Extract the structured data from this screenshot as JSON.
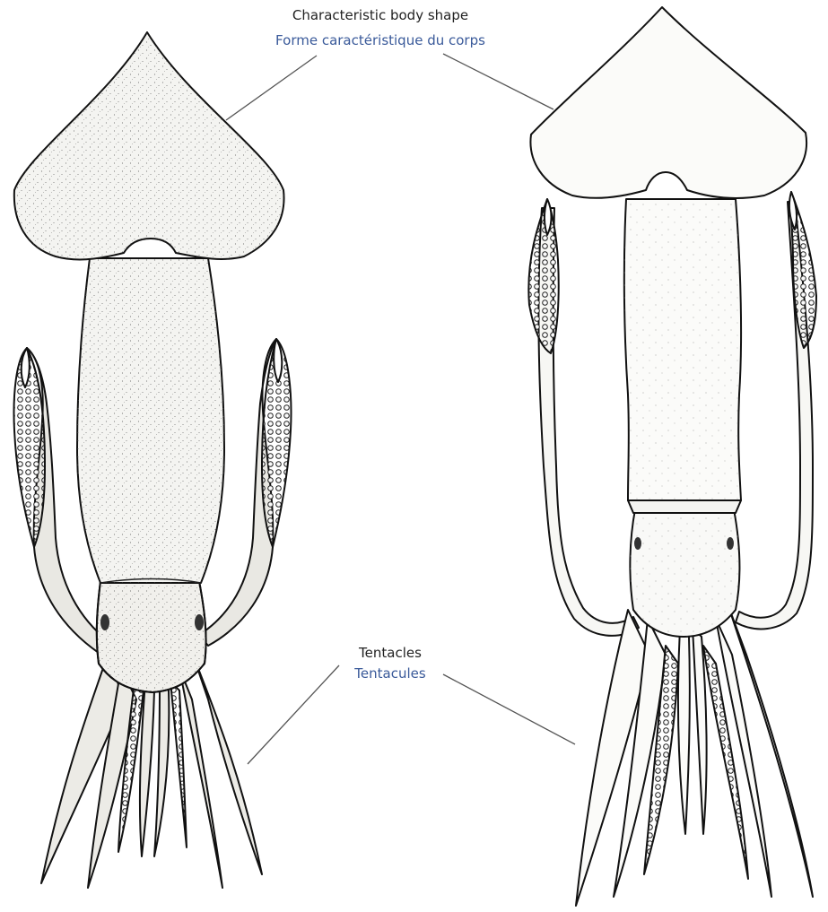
{
  "labels": {
    "body_shape": {
      "en": "Characteristic body shape",
      "fr": "Forme caractéristique du corps"
    },
    "tentacles": {
      "en": "Tentacles",
      "fr": "Tentacules"
    }
  },
  "colors": {
    "english_text": "#222222",
    "french_text": "#3a5a9a",
    "leader_line": "#555555",
    "body_fill": "#f4f4f1",
    "arm_fill": "#e9e8e3"
  },
  "figures": [
    {
      "name": "squid-left",
      "style": "heavily stippled"
    },
    {
      "name": "squid-right",
      "style": "lightly stippled"
    }
  ]
}
